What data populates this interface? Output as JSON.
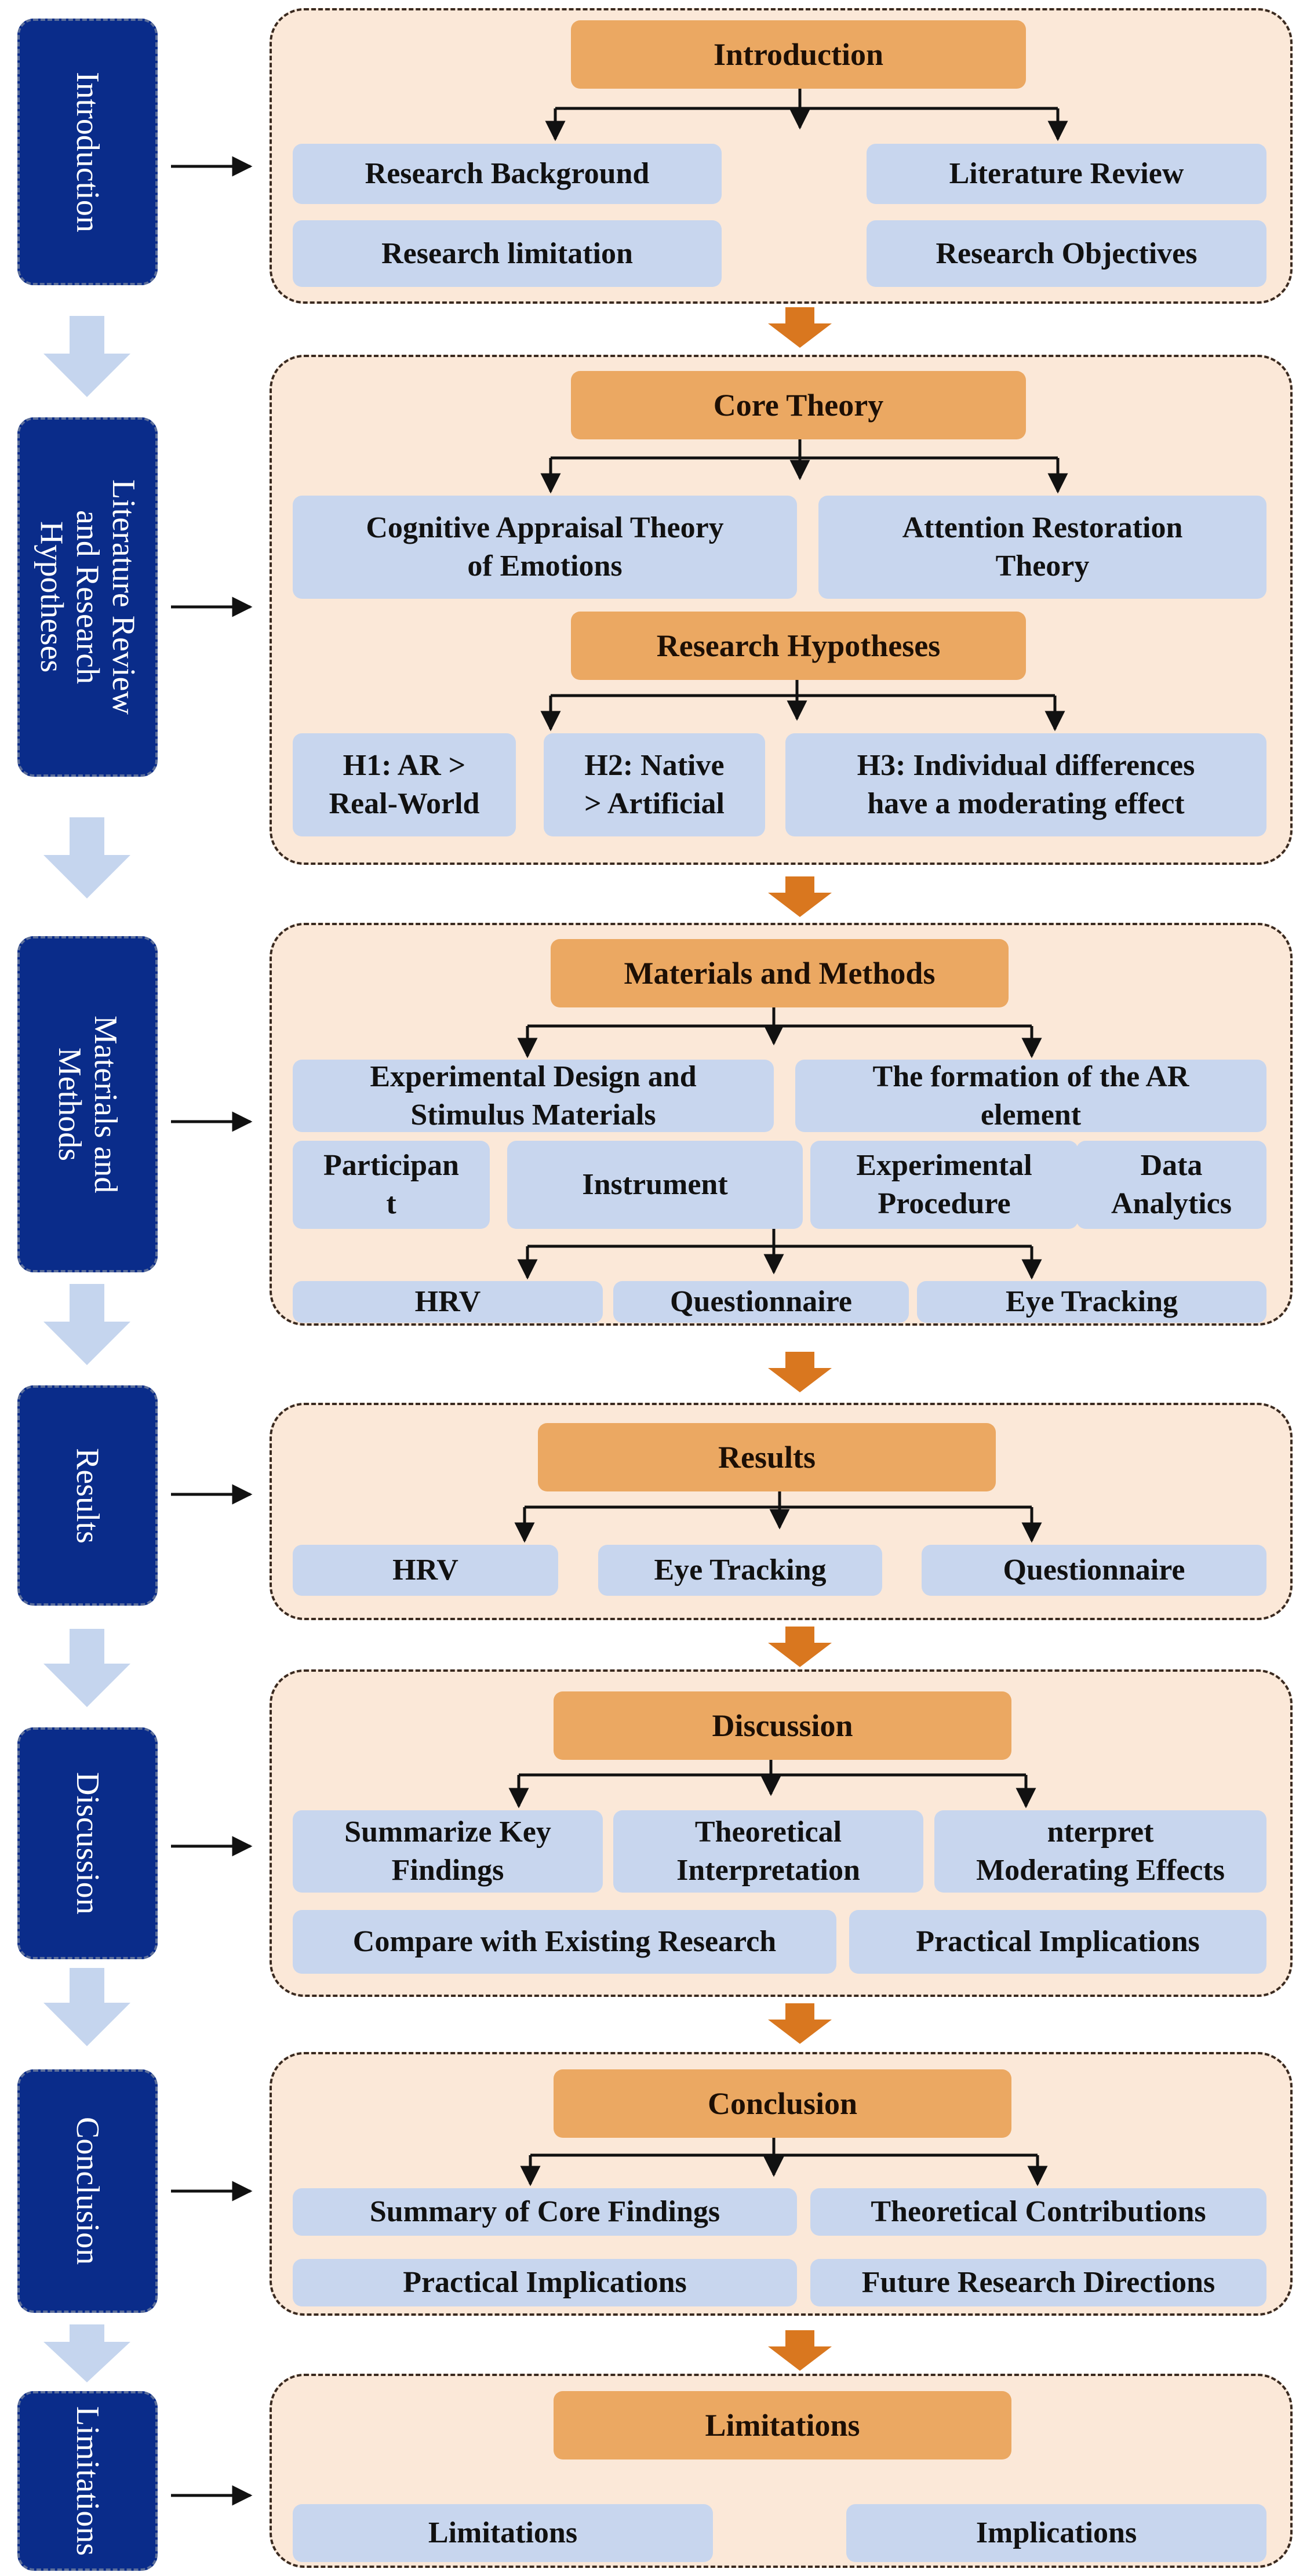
{
  "stages": [
    {
      "label": "Introduction"
    },
    {
      "label": "Literature Review\nand Research\nHypotheses"
    },
    {
      "label": "Materials and\nMethods"
    },
    {
      "label": "Results"
    },
    {
      "label": "Discussion"
    },
    {
      "label": "Conclusion"
    },
    {
      "label": "Limitations"
    }
  ],
  "sections": {
    "introduction": {
      "head": "Introduction",
      "items": [
        "Research Background",
        "Literature Review",
        "Research limitation",
        "Research Objectives"
      ]
    },
    "literature": {
      "head": "Core Theory",
      "theories": [
        "Cognitive Appraisal Theory\nof Emotions",
        "Attention Restoration\nTheory"
      ],
      "head2": "Research Hypotheses",
      "hypotheses": [
        "H1:  AR >\nReal-World",
        "H2:  Native\n> Artificial",
        "H3:  Individual differences\nhave a moderating effect"
      ]
    },
    "methods": {
      "head": "Materials and Methods",
      "items": [
        "Experimental Design and\nStimulus Materials",
        "The formation of the AR\nelement",
        "Participan\nt",
        "Instrument",
        "Experimental\nProcedure",
        "Data\nAnalytics"
      ],
      "measures": [
        "HRV",
        "Questionnaire",
        "Eye Tracking"
      ]
    },
    "results": {
      "head": "Results",
      "items": [
        "HRV",
        "Eye Tracking",
        "Questionnaire"
      ]
    },
    "discussion": {
      "head": "Discussion",
      "items": [
        "Summarize Key\nFindings",
        "Theoretical\nInterpretation",
        "nterpret\nModerating Effects",
        "Compare with Existing Research",
        "Practical Implications"
      ]
    },
    "conclusion": {
      "head": "Conclusion",
      "items": [
        "Summary of Core Findings",
        "Theoretical Contributions",
        "Practical Implications",
        "Future Research Directions"
      ]
    },
    "limitations": {
      "head": "Limitations",
      "items": [
        "Limitations",
        "Implications"
      ]
    }
  },
  "colors": {
    "stage_fill": "#0a2c8a",
    "panel_fill": "#fbe8d8",
    "head_fill": "#eba862",
    "item_fill": "#c8d6ee",
    "down_arrow": "#d9771f",
    "light_arrow": "#c5d5ee"
  }
}
